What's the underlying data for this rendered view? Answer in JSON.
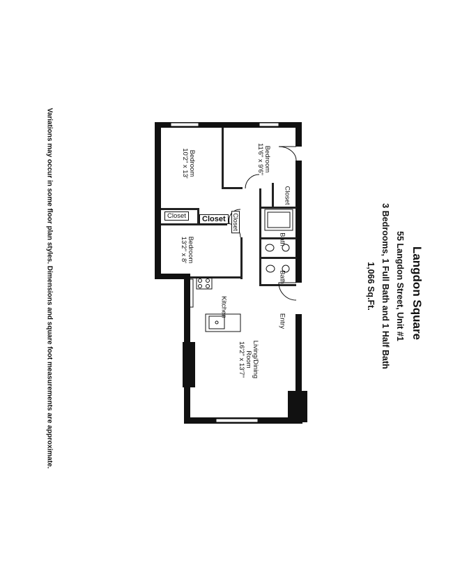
{
  "header": {
    "title": "Langdon Square",
    "address": "55 Langdon Street, Unit #1",
    "summary": "3 Bedrooms, 1 Full Bath and 1 Half Bath",
    "area": "1,066 Sq.Ft."
  },
  "rooms": {
    "bedroom_top": {
      "name": "Bedroom",
      "dims": "11'6\" x 9'6\""
    },
    "bedroom_left": {
      "name": "Bedroom",
      "dims": "10'2\" x 13'"
    },
    "bedroom_small": {
      "name": "Bedroom",
      "dims": "13'2\" x 8'"
    },
    "living": {
      "name": "Living/Dining",
      "name2": "Room",
      "dims": "16'2\" x 13'7\""
    },
    "kitchen": {
      "name": "Kitchen"
    },
    "entry": {
      "name": "Entry"
    },
    "bath_full": {
      "name": "Bath"
    },
    "bath_half": {
      "name": "Bath"
    },
    "closet_right": {
      "name": "Closet"
    },
    "closet_left": {
      "name": "Closet"
    },
    "closet_center": {
      "name": "Closet"
    },
    "closet_small": {
      "name": "Closet"
    }
  },
  "note": "Variations may occur in some floor plan styles. Dimensions and square foot measurements are approximate."
}
